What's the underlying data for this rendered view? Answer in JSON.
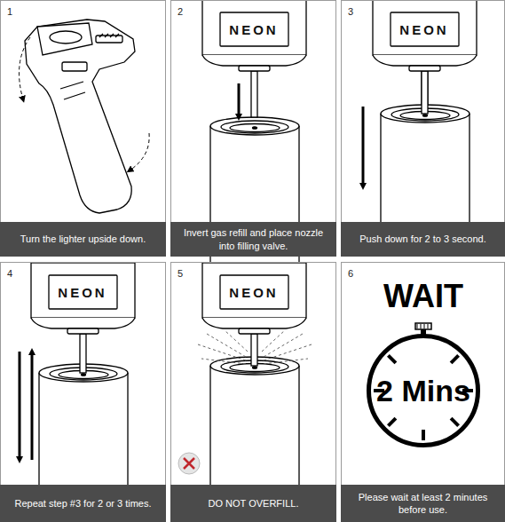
{
  "diagram": {
    "nodes": [
      {
        "text": [
          "1"
        ]
      },
      {
        "text": [
          "Turn the lighter upside down."
        ],
        "in": 0
      },
      {
        "text": [
          "2"
        ]
      },
      {
        "text": [
          "Invert gas refill and place nozzle into filling valve."
        ],
        "in": 2
      },
      {
        "text": [
          "3"
        ]
      },
      {
        "text": [
          "Push down for 2 to 3 second."
        ],
        "in": 4
      },
      {
        "text": [
          "4"
        ]
      },
      {
        "text": [
          "Repeat step #3 for 2 or 3 times."
        ],
        "in": 6
      },
      {
        "text": [
          "5"
        ]
      },
      {
        "text": [
          "DO NOT OVERFILL."
        ],
        "in": 8
      },
      {
        "text": [
          "6"
        ]
      },
      {
        "text": [
          "2 Mins"
        ],
        "in": 10
      },
      {
        "text": [
          "Please wait at least 2 minutes before use."
        ],
        "in": 10
      }
    ],
    "labels": [
      "NEON",
      "NEON",
      "NEON",
      "NEON",
      "WAIT"
    ]
  }
}
